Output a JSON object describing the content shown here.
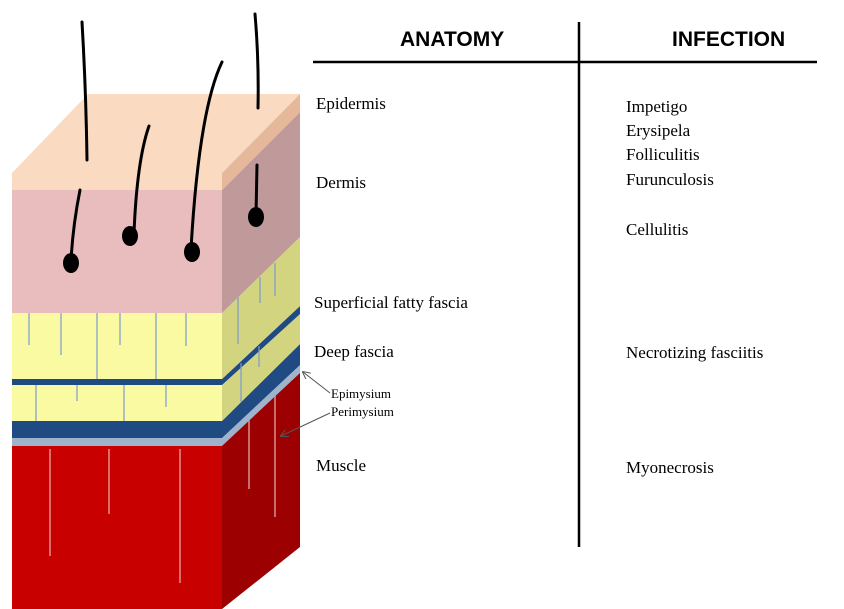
{
  "headers": {
    "anatomy": "ANATOMY",
    "infection": "INFECTION"
  },
  "anatomy_labels": {
    "epidermis": "Epidermis",
    "dermis": "Dermis",
    "superficial_fatty_fascia": "Superficial fatty fascia",
    "deep_fascia": "Deep fascia",
    "epimysium": "Epimysium",
    "perimysium": "Perimysium",
    "muscle": "Muscle"
  },
  "infections": {
    "impetigo": "Impetigo",
    "erysipela": "Erysipela",
    "folliculitis": "Folliculitis",
    "furunculosis": "Furunculosis",
    "cellulitis": "Cellulitis",
    "necrotizing_fasciitis": "Necrotizing fasciitis",
    "myonecrosis": "Myonecrosis"
  },
  "colors": {
    "epidermis": "#fadbc1",
    "dermis_front": "#e9bcbe",
    "dermis_side": "#c09a9b",
    "fat_front": "#fafaa3",
    "fat_side": "#d3d47f",
    "fascia_band": "#1f4b82",
    "epimysium_band": "#9fb4cc",
    "muscle_front": "#c80000",
    "muscle_side": "#9d0000"
  }
}
